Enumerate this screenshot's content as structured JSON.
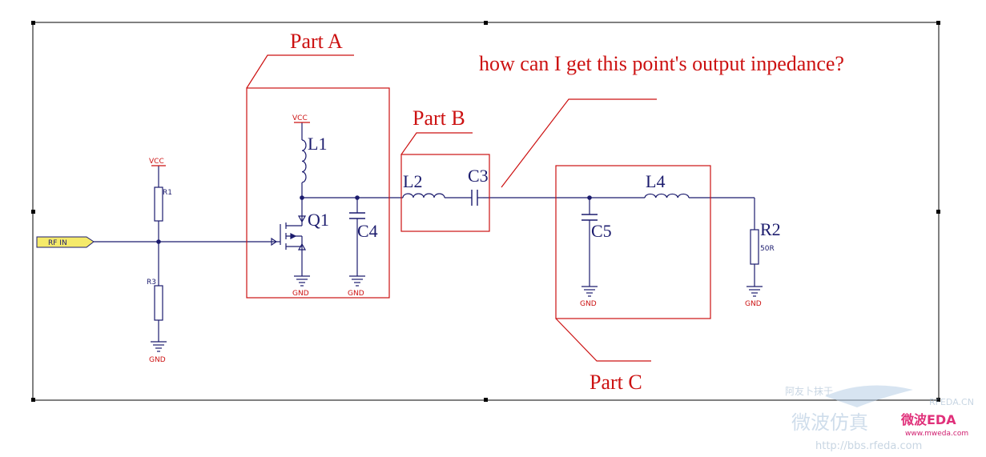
{
  "annotations": {
    "part_a": "Part A",
    "part_b": "Part B",
    "part_c": "Part C",
    "question": "how can I get this point's output inpedance?"
  },
  "components": {
    "l1": "L1",
    "l2": "L2",
    "l4": "L4",
    "c3": "C3",
    "c4": "C4",
    "c5": "C5",
    "q1": "Q1",
    "r1": "R1",
    "r2": "R2",
    "r2_value": "50R",
    "r3": "R3"
  },
  "ports": {
    "rf_in": "RF IN"
  },
  "power": {
    "vcc": "VCC",
    "gnd": "GND"
  },
  "watermark": {
    "top": "阿友卜抹于",
    "site_small": "RFEDA.CN",
    "cn_left": "微波仿真",
    "brand": "微波EDA",
    "brand_url": "www.mweda.com",
    "url": "http://bbs.rfeda.com"
  },
  "colors": {
    "wire": "#1c1c6e",
    "annotation_red": "#cc1111",
    "port_fill": "#f5ea6a"
  }
}
